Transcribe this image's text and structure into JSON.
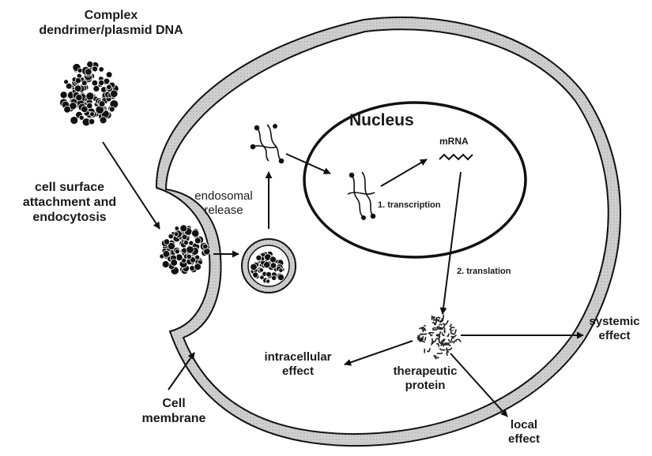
{
  "labels": {
    "complex": [
      "Complex",
      "dendrimer/plasmid DNA"
    ],
    "attachment": [
      "cell surface",
      "attachment and",
      "endocytosis"
    ],
    "endosomal": [
      "endosomal",
      "release"
    ],
    "nucleus": "Nucleus",
    "mrna": "mRNA",
    "transcription": "1. transcription",
    "translation": "2. translation",
    "systemic": [
      "systemic",
      "effect"
    ],
    "intracellular": [
      "intracellular",
      "effect"
    ],
    "therapeutic": [
      "therapeutic",
      "protein"
    ],
    "local": [
      "local",
      "effect"
    ],
    "membrane": [
      "Cell",
      "membrane"
    ]
  },
  "colors": {
    "ink": "#111111",
    "membrane_fill": "#cfcfcf",
    "background": "#ffffff"
  }
}
